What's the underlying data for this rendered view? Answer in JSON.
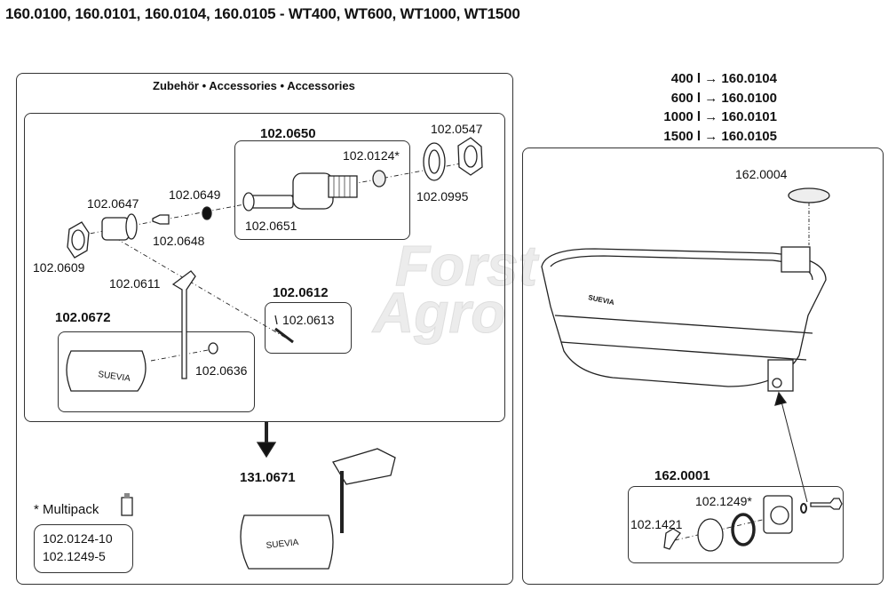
{
  "title": "160.0100, 160.0101, 160.0104, 160.0105 - WT400, WT600, WT1000, WT1500",
  "accessories": {
    "heading": "Zubehör • Accessories • Accessories",
    "groups": {
      "g0650": "102.0650",
      "g0612": "102.0612",
      "g0672": "102.0672"
    },
    "parts": {
      "p0547": "102.0547",
      "p0124": "102.0124*",
      "p0995": "102.0995",
      "p0649": "102.0649",
      "p0647": "102.0647",
      "p0651": "102.0651",
      "p0648": "102.0648",
      "p0609": "102.0609",
      "p0611": "102.0611",
      "p0613": "102.0613",
      "p0636": "102.0636"
    },
    "float_brand": "SUEVIA",
    "assembled": "131.0671",
    "assembled_brand": "SUEVIA"
  },
  "multipack": {
    "label": "* Multipack",
    "items": [
      "102.0124-10",
      "102.1249-5"
    ]
  },
  "volumes": [
    "400 l → 160.0104",
    "600 l → 160.0100",
    "1000 l → 160.0101",
    "1500 l → 160.0105"
  ],
  "trough": {
    "cap": "162.0004",
    "brand": "SUEVIA",
    "drain_group": "162.0001",
    "drain_parts": {
      "oring": "102.1249*",
      "wingnut": "102.1421"
    }
  },
  "watermark": [
    "Forst",
    "Agro"
  ]
}
